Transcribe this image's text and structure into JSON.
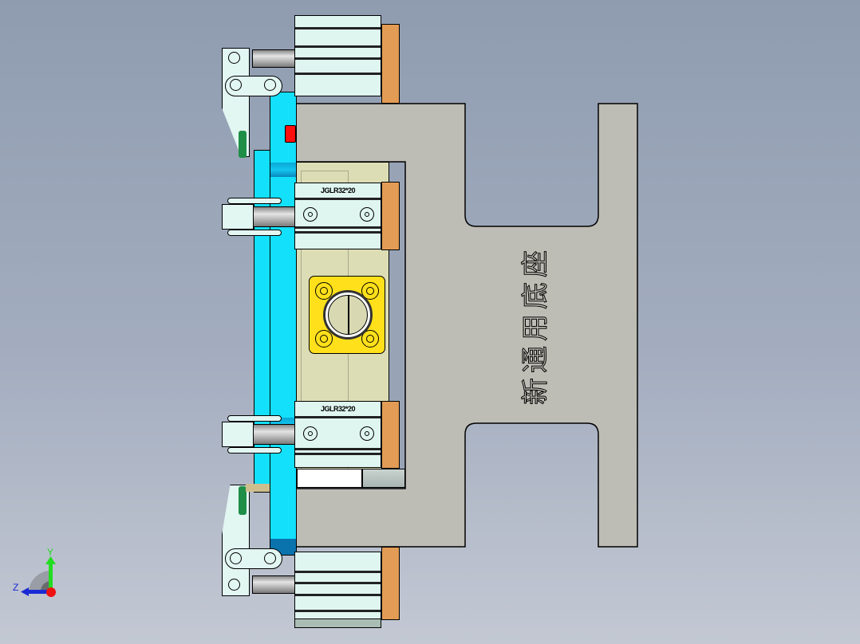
{
  "viewport": {
    "type": "CAD 3D model view",
    "background_gradient": [
      "#8f9cb0",
      "#c3c8d3"
    ]
  },
  "model": {
    "base_plate_label": "新通用底座",
    "cylinder_labels": [
      "JGLR32*20",
      "JGLR32*20"
    ],
    "colors": {
      "base_plate": "#bebdb5",
      "cylinder_body": "#dff5f0",
      "cylinder_end_cap": "#e29c55",
      "fixture_plate": "#13e0fb",
      "locator_flange": "#ffe01a",
      "stopper_red": "#ff0e0e",
      "clamp_pad_green": "#1f8e47",
      "inner_block": "#dcddb5"
    }
  },
  "triad": {
    "y_label": "Y",
    "z_label": "Z",
    "y_color": "#22dd22",
    "z_color": "#1a2bd6",
    "x_color": "#ee1111"
  }
}
